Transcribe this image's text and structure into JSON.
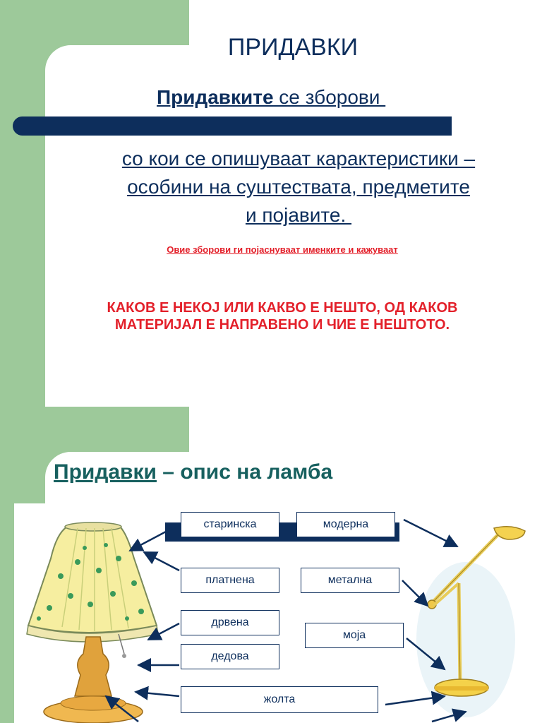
{
  "slide1": {
    "title": "ПРИДАВКИ",
    "definition_bold": "Придавките",
    "definition_rest": " се зборови ",
    "body_lines": [
      "со кои се опишуваат карактеристики –",
      "особини на суштествата, предметите",
      "и појавите. "
    ],
    "small_note": "Овие зборови ги појаснуваат именките и кажуваат",
    "caps_lines": [
      "КАКОВ Е НЕКОЈ ИЛИ КАКВО Е НЕШТО, ОД КАКОВ",
      "МАТЕРИЈАЛ Е НАПРАВЕНО И ЧИЕ Е НЕШТОТО."
    ]
  },
  "slide2": {
    "title_underlined": "Придавки",
    "title_rest": " – опис на ламба",
    "words": {
      "antique": "старинска",
      "modern": "модерна",
      "cloth": "платнена",
      "metal": "метална",
      "wooden": "дрвена",
      "mine": "моја",
      "grandpas": "дедова",
      "yellow": "жолта"
    }
  },
  "colors": {
    "green": "#9dc99a",
    "navy": "#0d2e5c",
    "red": "#e3202a",
    "teal": "#17605f",
    "lamp_yellow": "#f4e27a",
    "lamp_wood": "#e0a23c"
  },
  "icons": [
    "antique-lamp-icon",
    "desk-lamp-icon"
  ]
}
